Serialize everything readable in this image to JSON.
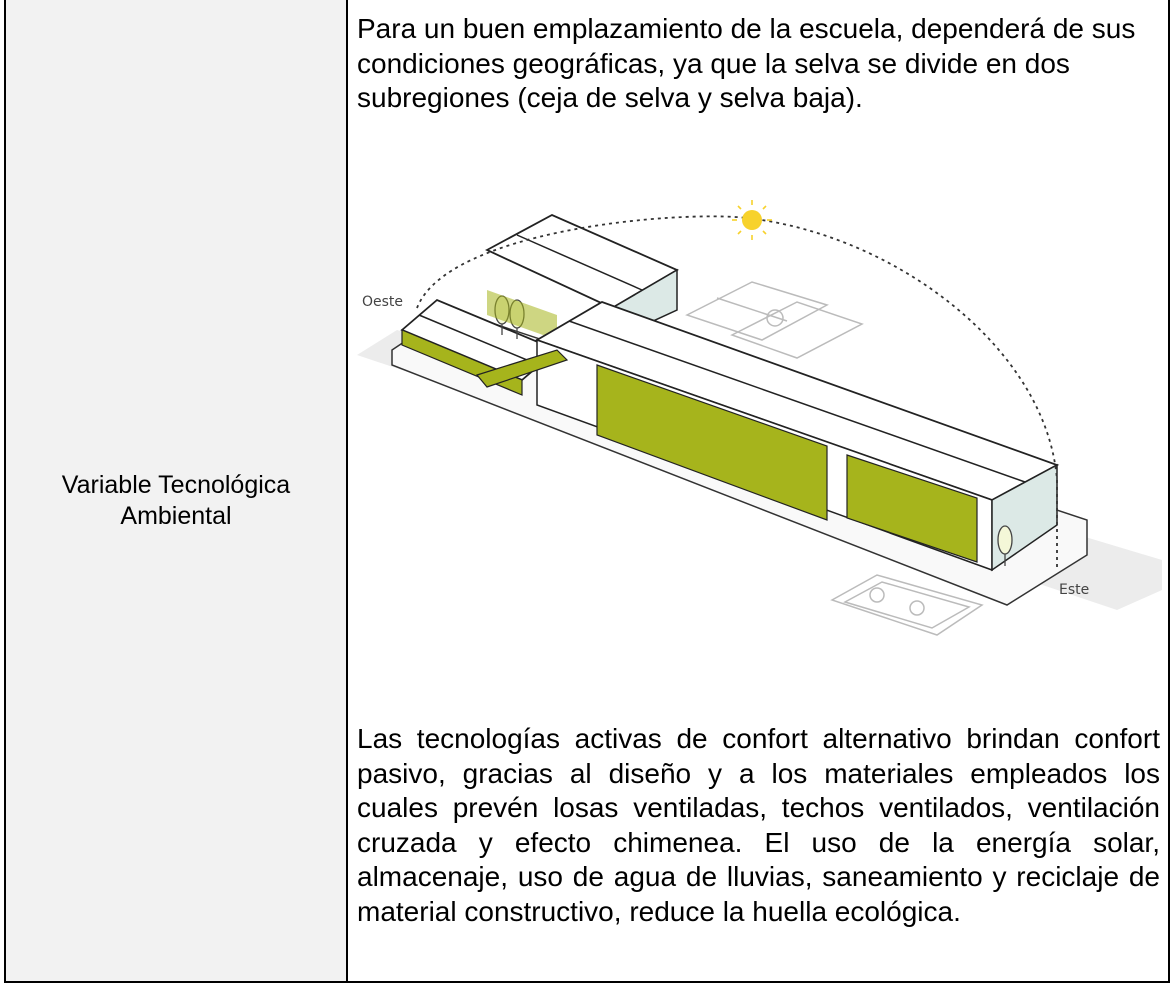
{
  "row": {
    "label_line1": "Variable Tecnológica",
    "label_line2": "Ambiental",
    "intro_text": "Para un buen emplazamiento de la escuela, dependerá de sus condiciones geográficas, ya que la selva se divide en dos subregiones (ceja de selva y selva baja).",
    "figure": {
      "label_west": "Oeste",
      "label_east": "Este",
      "accent_color": "#a6b41c",
      "sun_color": "#f7d22c",
      "wall_color": "#dce9e6"
    },
    "closing_text": "Las tecnologías activas de confort alternativo brindan confort pasivo, gracias al diseño y a los materiales empleados los cuales prevén losas ventiladas, techos ventilados, ventilación cruzada y efecto chimenea. El uso de la energía solar, almacenaje, uso de agua de lluvias, saneamiento y reciclaje de material constructivo, reduce la huella ecológica."
  }
}
